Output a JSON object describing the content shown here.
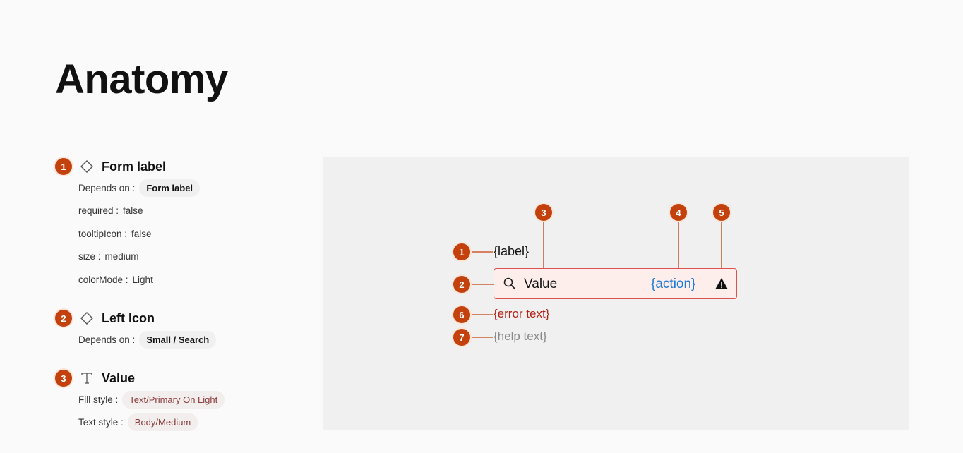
{
  "page": {
    "title": "Anatomy"
  },
  "sections": [
    {
      "number": "1",
      "icon": "diamond-icon",
      "title": "Form label",
      "props": [
        {
          "key": "Depends on :",
          "value": "Form label",
          "chip": true
        },
        {
          "key": "required :",
          "value": "false"
        },
        {
          "key": "tooltipIcon :",
          "value": "false"
        },
        {
          "key": "size :",
          "value": "medium"
        },
        {
          "key": "colorMode :",
          "value": "Light"
        }
      ]
    },
    {
      "number": "2",
      "icon": "diamond-icon",
      "title": "Left Icon",
      "props": [
        {
          "key": "Depends on :",
          "value": "Small / Search",
          "chip": true
        }
      ]
    },
    {
      "number": "3",
      "icon": "text-type-icon",
      "title": "Value",
      "props": [
        {
          "key": "Fill style :",
          "value": "Text/Primary On Light",
          "chip": true
        },
        {
          "key": "Text style :",
          "value": "Body/Medium",
          "chip": true
        }
      ]
    }
  ],
  "diagram": {
    "label_text": "{label}",
    "value_text": "Value",
    "action_text": "{action}",
    "error_text": "{error text}",
    "help_text": "{help text}",
    "callouts": [
      "1",
      "2",
      "3",
      "4",
      "5",
      "6",
      "7"
    ]
  },
  "colors": {
    "accent": "#c2410c",
    "error": "#b42318",
    "action": "#1d7ad6",
    "help": "#888888"
  }
}
